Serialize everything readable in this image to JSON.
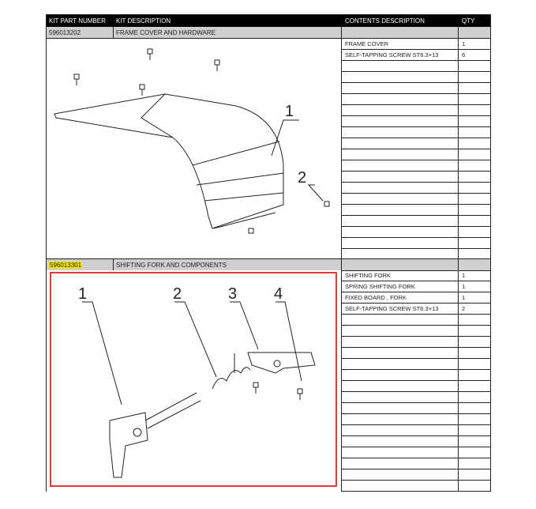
{
  "header": {
    "kit_part_number": "KIT PART NUMBER",
    "kit_description": "KIT DESCRIPTION",
    "contents_description": "CONTENTS DESCRIPTION",
    "qty": "QTY"
  },
  "kits": [
    {
      "part_number": "596013202",
      "description": "FRAME COVER AND HARDWARE",
      "contents": [
        {
          "name": "FRAME COVER",
          "qty": "1"
        },
        {
          "name": "SELF-TAPPING SCREW ST6.3×13",
          "qty": "6"
        }
      ],
      "callouts": [
        "1",
        "2"
      ]
    },
    {
      "part_number": "596013301",
      "description": "SHIFTING FORK AND COMPONENTS",
      "highlighted": true,
      "contents": [
        {
          "name": "SHIFTING FORK",
          "qty": "1"
        },
        {
          "name": "SPRING SHIFTING FORK",
          "qty": "1"
        },
        {
          "name": "FIXED BOARD , FORK",
          "qty": "1"
        },
        {
          "name": "SELF-TAPPING SCREW ST6.3×13",
          "qty": "2"
        }
      ],
      "callouts": [
        "1",
        "2",
        "3",
        "4"
      ]
    }
  ],
  "colors": {
    "highlight": "#f2e600",
    "selection_box": "#e53935",
    "kit_row": "#cfcfcf"
  }
}
